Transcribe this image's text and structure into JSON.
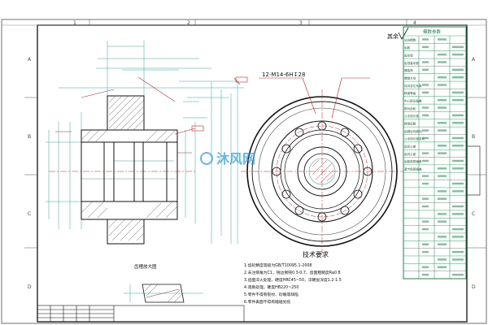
{
  "border": {
    "col_markers": [
      "1",
      "2",
      "3",
      "4"
    ],
    "row_markers": [
      "A",
      "B",
      "C",
      "D"
    ]
  },
  "hole_callout": "12-M14-6H↧28",
  "roughness_note": "其余",
  "tech_req": {
    "title": "技术要求",
    "lines": [
      "1.齿轮精度等级为GB/T10095.1-2008",
      "2.未注倒角为C1，锐边倒钝0.3-0.7，齿面粗糙度Ra0.8",
      "3.齿面淬火处理，硬度HRC45~50，淬硬层深度1.2-1.5",
      "4.调质处理，硬度HB220~250",
      "5.零件不得有裂纹、砂眼等缺陷",
      "6.零件表面不得有磕碰划伤"
    ]
  },
  "detail_label": "齿槽放大图",
  "param_table": {
    "title": "模数参数",
    "rows": [
      "法向模数",
      "齿数",
      "齿形角",
      "齿顶高系数",
      "螺旋角",
      "螺旋方向",
      "径向变位系数",
      "精度等级",
      "中心距及偏差",
      "配对齿轮",
      "公法线长度",
      "跨测齿数",
      "齿圈径向跳动",
      "公法线长度变动",
      "齿形公差",
      "齿向公差",
      "齿距极限偏差",
      "基节极限偏差"
    ]
  },
  "watermark": "沐风网",
  "colors": {
    "geometry": "#1a1a1a",
    "dimension": "#3ba3a3",
    "callout": "#d02020",
    "table": "#1a8a4a",
    "watermark": "#2a9ad8",
    "hatch": "#c03030"
  }
}
